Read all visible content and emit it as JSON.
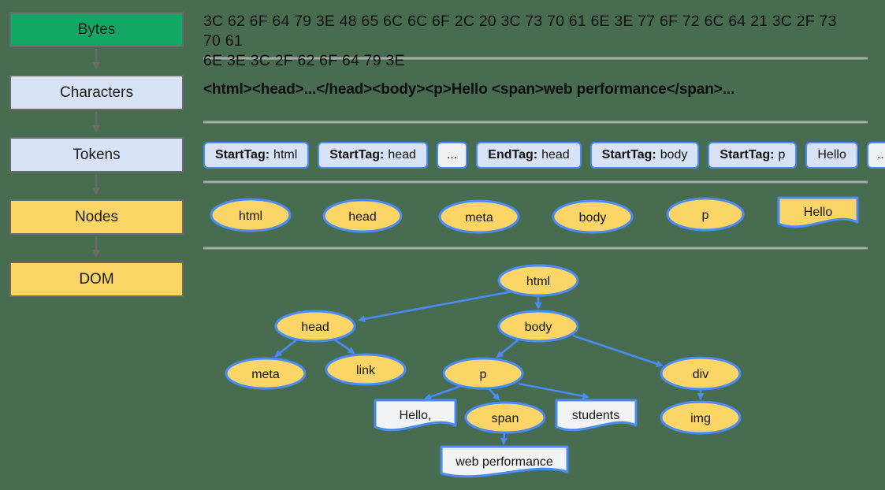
{
  "colors": {
    "background": "#476C50",
    "bytes_box": "#12A765",
    "char_token_box": "#D7E3F4",
    "node_box": "#FBD566",
    "node_border": "#4A8CF7",
    "doc_node_fill": "#F1F3F4",
    "divider": "#A7ADA8",
    "pipeline_border": "#6A6A6A"
  },
  "pipeline": {
    "stages": [
      {
        "label": "Bytes"
      },
      {
        "label": "Characters"
      },
      {
        "label": "Tokens"
      },
      {
        "label": "Nodes"
      },
      {
        "label": "DOM"
      }
    ]
  },
  "bytes": {
    "lines": [
      "3C 62 6F 64 79 3E 48 65 6C 6C 6F 2C 20 3C 73 70 61 6E 3E 77 6F 72 6C 64 21 3C 2F 73 70 61",
      "6E 3E 3C 2F 62 6F 64 79 3E"
    ]
  },
  "characters": {
    "text": "<html><head>...</head><body><p>Hello <span>web performance</span>..."
  },
  "tokens": {
    "items": [
      {
        "label": "StartTag:",
        "value": "html",
        "variant": "blue"
      },
      {
        "label": "StartTag:",
        "value": "head",
        "variant": "blue"
      },
      {
        "label": "",
        "value": "...",
        "variant": "plain"
      },
      {
        "label": "EndTag:",
        "value": "head",
        "variant": "blue"
      },
      {
        "label": "StartTag:",
        "value": "body",
        "variant": "blue"
      },
      {
        "label": "StartTag:",
        "value": "p",
        "variant": "blue"
      },
      {
        "label": "",
        "value": "Hello",
        "variant": "blue"
      },
      {
        "label": "",
        "value": "...",
        "variant": "plain"
      }
    ]
  },
  "nodes_row": {
    "items": [
      "html",
      "head",
      "meta",
      "body",
      "p",
      "Hello"
    ],
    "shapes": [
      "ellipse",
      "ellipse",
      "ellipse",
      "ellipse",
      "ellipse",
      "document"
    ]
  },
  "dom_tree": {
    "html": "html",
    "head": "head",
    "meta": "meta",
    "link": "link",
    "body": "body",
    "p": "p",
    "hello": "Hello,",
    "span": "span",
    "students": "students",
    "webperf": "web performance",
    "div": "div",
    "img": "img",
    "edges": [
      "html→head",
      "html→body",
      "head→meta",
      "head→link",
      "body→p",
      "body→div",
      "p→hello",
      "p→span",
      "p→students",
      "span→webperf",
      "div→img"
    ]
  }
}
